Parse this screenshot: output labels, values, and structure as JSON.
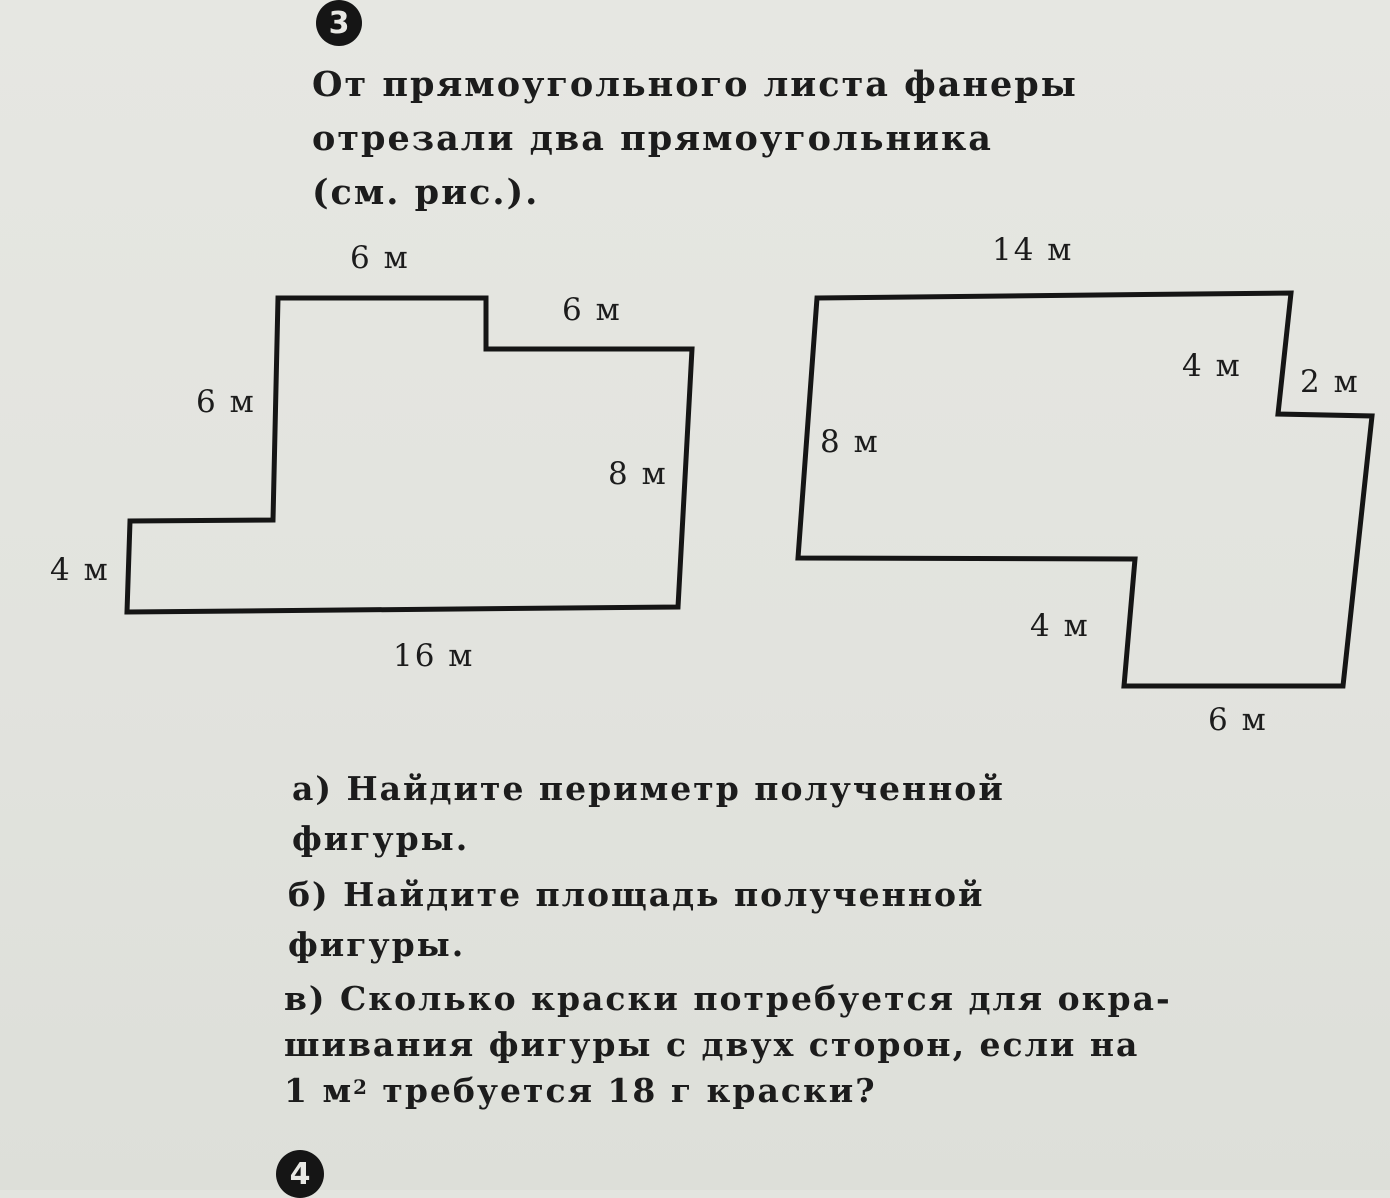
{
  "task_number": "3",
  "next_task_number": "4",
  "intro_lines": [
    "От прямоугольного листа фанеры",
    "отрезали два прямоугольника",
    "(см. рис.)."
  ],
  "figure_left": {
    "top_label": "6 м",
    "step_label": "6 м",
    "left_upper_label": "6 м",
    "right_label": "8 м",
    "left_lower_label": "4 м",
    "bottom_label": "16 м"
  },
  "figure_right": {
    "top_label": "14 м",
    "notch_width_label": "4 м",
    "notch_height_label": "2 м",
    "left_label": "8 м",
    "lower_step_label": "4 м",
    "bottom_label": "6 м"
  },
  "questions": {
    "a_lines": [
      "а) Найдите периметр полученной",
      "фигуры."
    ],
    "b_lines": [
      "б) Найдите площадь полученной",
      "фигуры."
    ],
    "c_lines": [
      "в) Сколько краски потребуется для окра-",
      "шивания фигуры с двух сторон, если на"
    ],
    "c_last_prefix": "1 м",
    "c_last_sup": "2",
    "c_last_suffix": " требуется 18 г краски?"
  }
}
